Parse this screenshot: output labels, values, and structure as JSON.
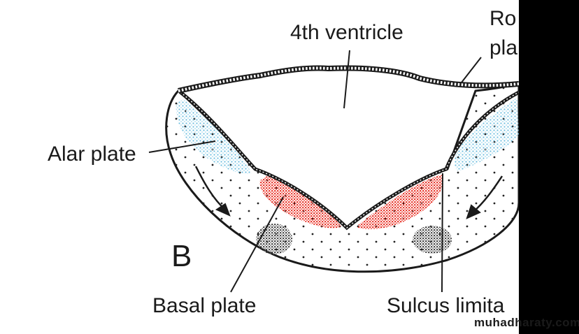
{
  "labels": {
    "ventricle": "4th ventricle",
    "roof_plate_line1": "Ro",
    "roof_plate_line2": "pla",
    "alar_plate": "Alar plate",
    "basal_plate": "Basal plate",
    "sulcus_limitans": "Sulcus limita",
    "panel_letter": "B"
  },
  "watermark": "muhadharaty.com",
  "colors": {
    "alar_plate": "#9ed3e6",
    "basal_plate": "#ee3b2f",
    "nucleus": "#6f6f6f",
    "outline": "#1a1a1a",
    "background": "#ffffff",
    "side_bar": "#000000"
  }
}
